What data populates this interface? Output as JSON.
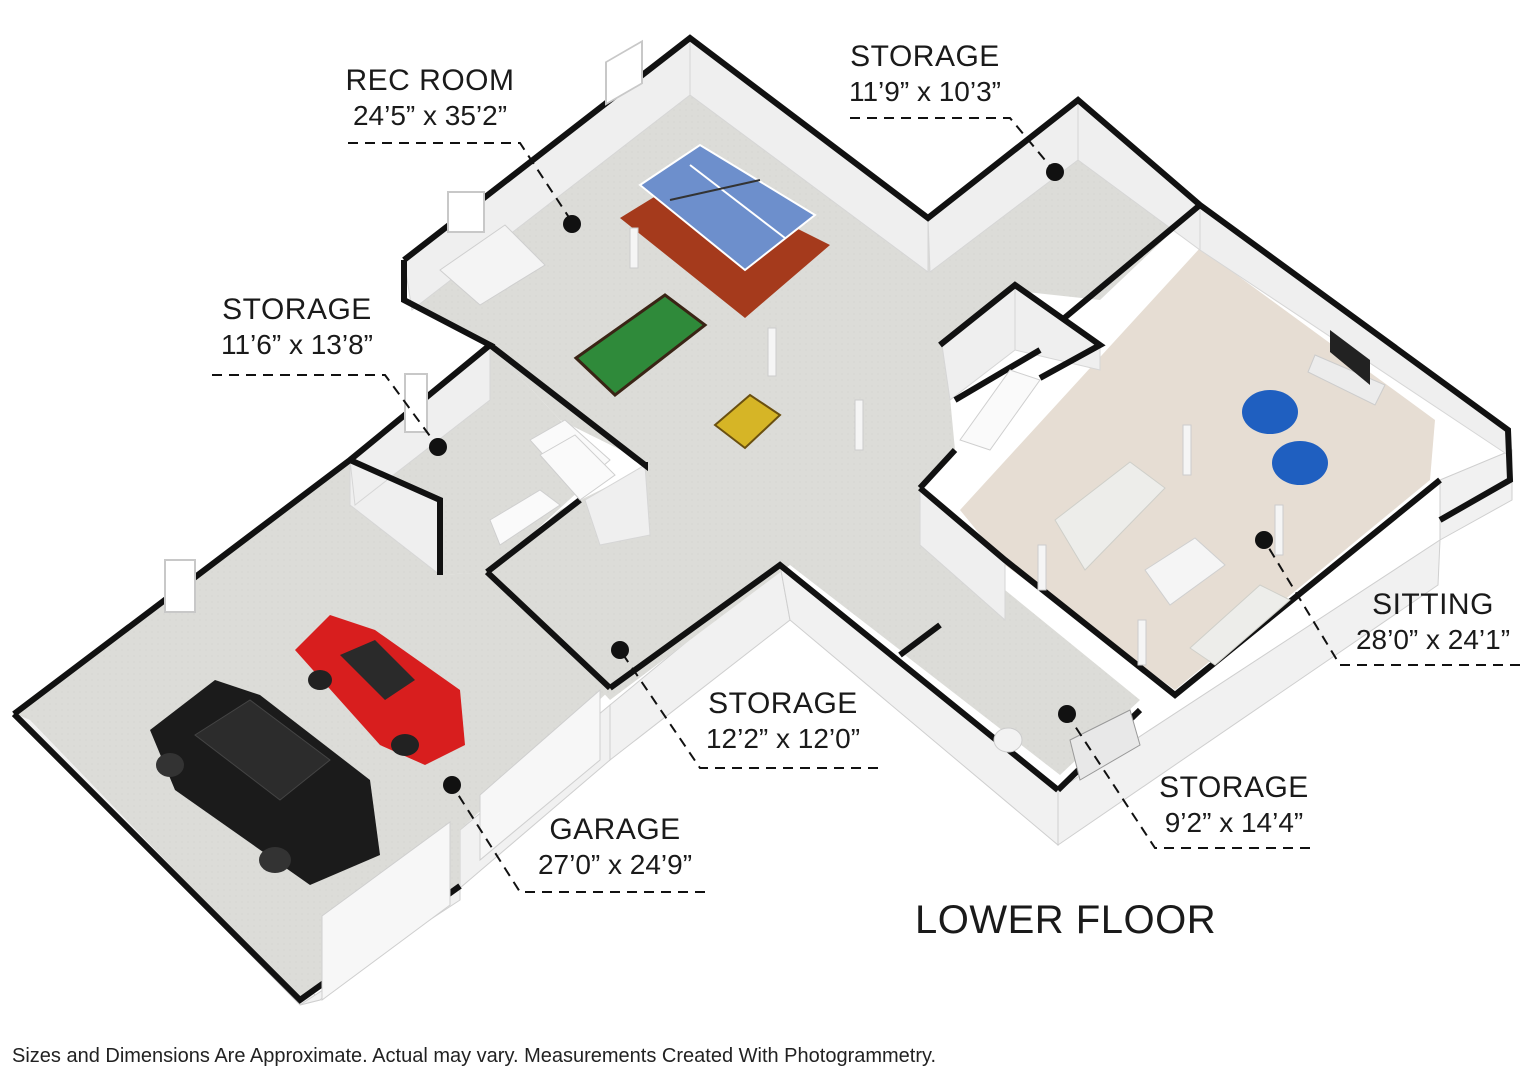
{
  "floor_title": "LOWER FLOOR",
  "disclaimer": "Sizes and Dimensions Are Approximate. Actual may vary. Measurements Created With Photogrammetry.",
  "rooms": [
    {
      "name": "REC ROOM",
      "dims": "24’5” x 35’2”"
    },
    {
      "name": "STORAGE",
      "dims": "11’9” x 10’3”"
    },
    {
      "name": "STORAGE",
      "dims": "11’6” x 13’8”"
    },
    {
      "name": "SITTING",
      "dims": "28’0” x 24’1”"
    },
    {
      "name": "STORAGE",
      "dims": "12’2” x 12’0”"
    },
    {
      "name": "GARAGE",
      "dims": "27’0” x 24’9”"
    },
    {
      "name": "STORAGE",
      "dims": "9’2” x 14’4”"
    }
  ],
  "colors": {
    "floor": "#dcdcd8",
    "wall_top": "#111111",
    "wall_face": "#f3f3f3",
    "carpet": "#e6ddd3",
    "rug": "#a53a1c",
    "ping_pong": "#6d8fcc",
    "pool_table": "#2f8a3a",
    "car_red": "#d81e1e",
    "car_black": "#1b1b1b",
    "beanbag": "#1f5fc0"
  }
}
